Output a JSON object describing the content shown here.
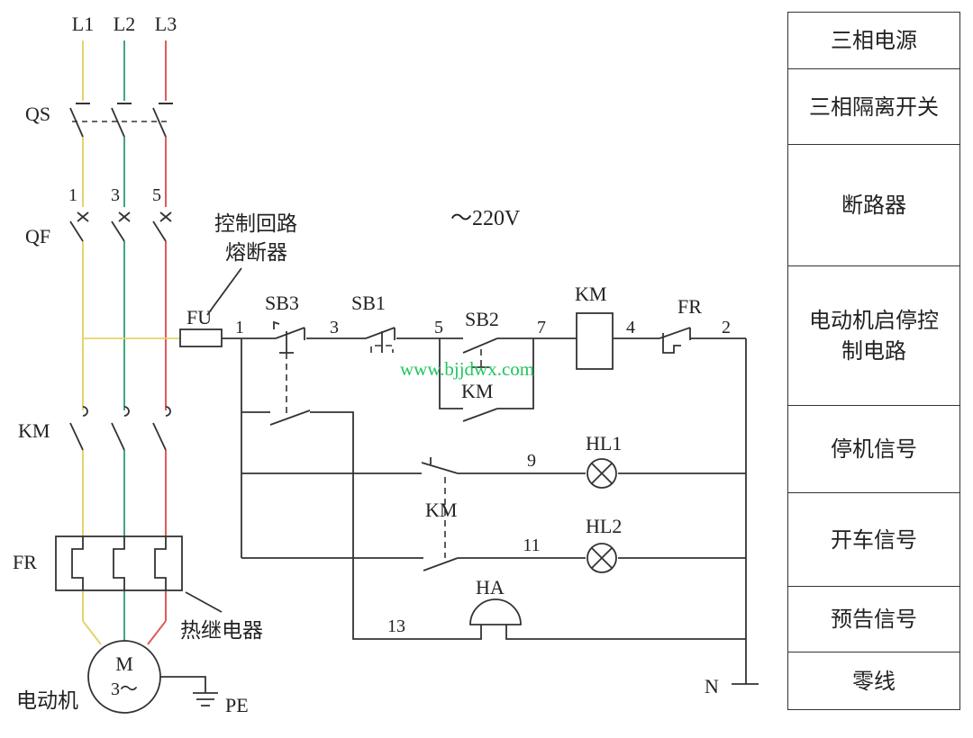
{
  "phases": {
    "l1": {
      "label": "L1",
      "color": "#E8D26A"
    },
    "l2": {
      "label": "L2",
      "color": "#3FA77A"
    },
    "l3": {
      "label": "L3",
      "color": "#E05A5A"
    }
  },
  "wire_color": "#333333",
  "power_circuit": {
    "isolator": "QS",
    "breaker": "QF",
    "breaker_terminals": [
      "1",
      "3",
      "5"
    ],
    "contactor": "KM",
    "overload": "FR",
    "motor_symbol": "M",
    "motor_phase": "3～",
    "ground": "PE"
  },
  "annotations": {
    "fuse_name": "FU",
    "fuse_callout_line1": "控制回路",
    "fuse_callout_line2": "熔断器",
    "voltage": "～220V",
    "thermal_relay": "热继电器",
    "motor": "电动机",
    "watermark": "www.bjjdwx.com",
    "watermark_color": "#22C55E"
  },
  "control_circuit": {
    "sb3": "SB3",
    "sb1": "SB1",
    "sb2": "SB2",
    "coil": "KM",
    "overload_contact": "FR",
    "seal_in_contact": "KM",
    "signal_contact": "KM",
    "node_labels": [
      "1",
      "3",
      "5",
      "7",
      "4",
      "2",
      "9",
      "11",
      "13"
    ],
    "hl1": "HL1",
    "hl2": "HL2",
    "horn": "HA",
    "neutral": "N"
  },
  "legend": [
    "三相电源",
    "三相隔离开关",
    "断路器",
    "电动机启停控制电路",
    "停机信号",
    "开车信号",
    "预告信号",
    "零线"
  ]
}
